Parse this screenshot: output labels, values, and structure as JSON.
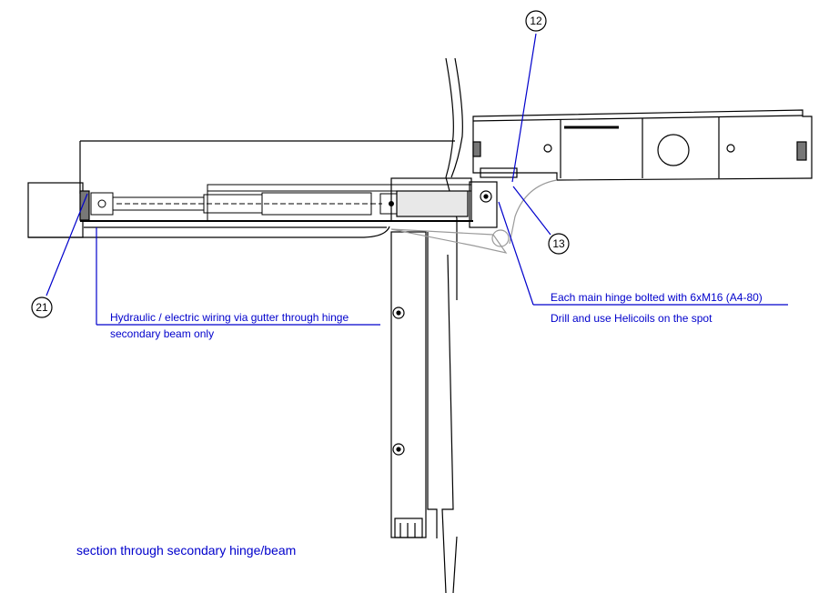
{
  "balloons": {
    "b12": "12",
    "b13": "13",
    "b21": "21"
  },
  "annotations": {
    "hinge_bolts": "Each main hinge bolted with 6xM16 (A4-80)",
    "helicoils": "Drill and use Helicoils on the spot",
    "wiring": "Hydraulic / electric wiring via gutter through hinge",
    "secondary_only": "secondary beam only"
  },
  "caption": "section through secondary hinge/beam",
  "colors": {
    "annotation": "#0000cc",
    "leader": "#0000cc",
    "linework": "#000000",
    "hidden": "#9a9a9a"
  }
}
